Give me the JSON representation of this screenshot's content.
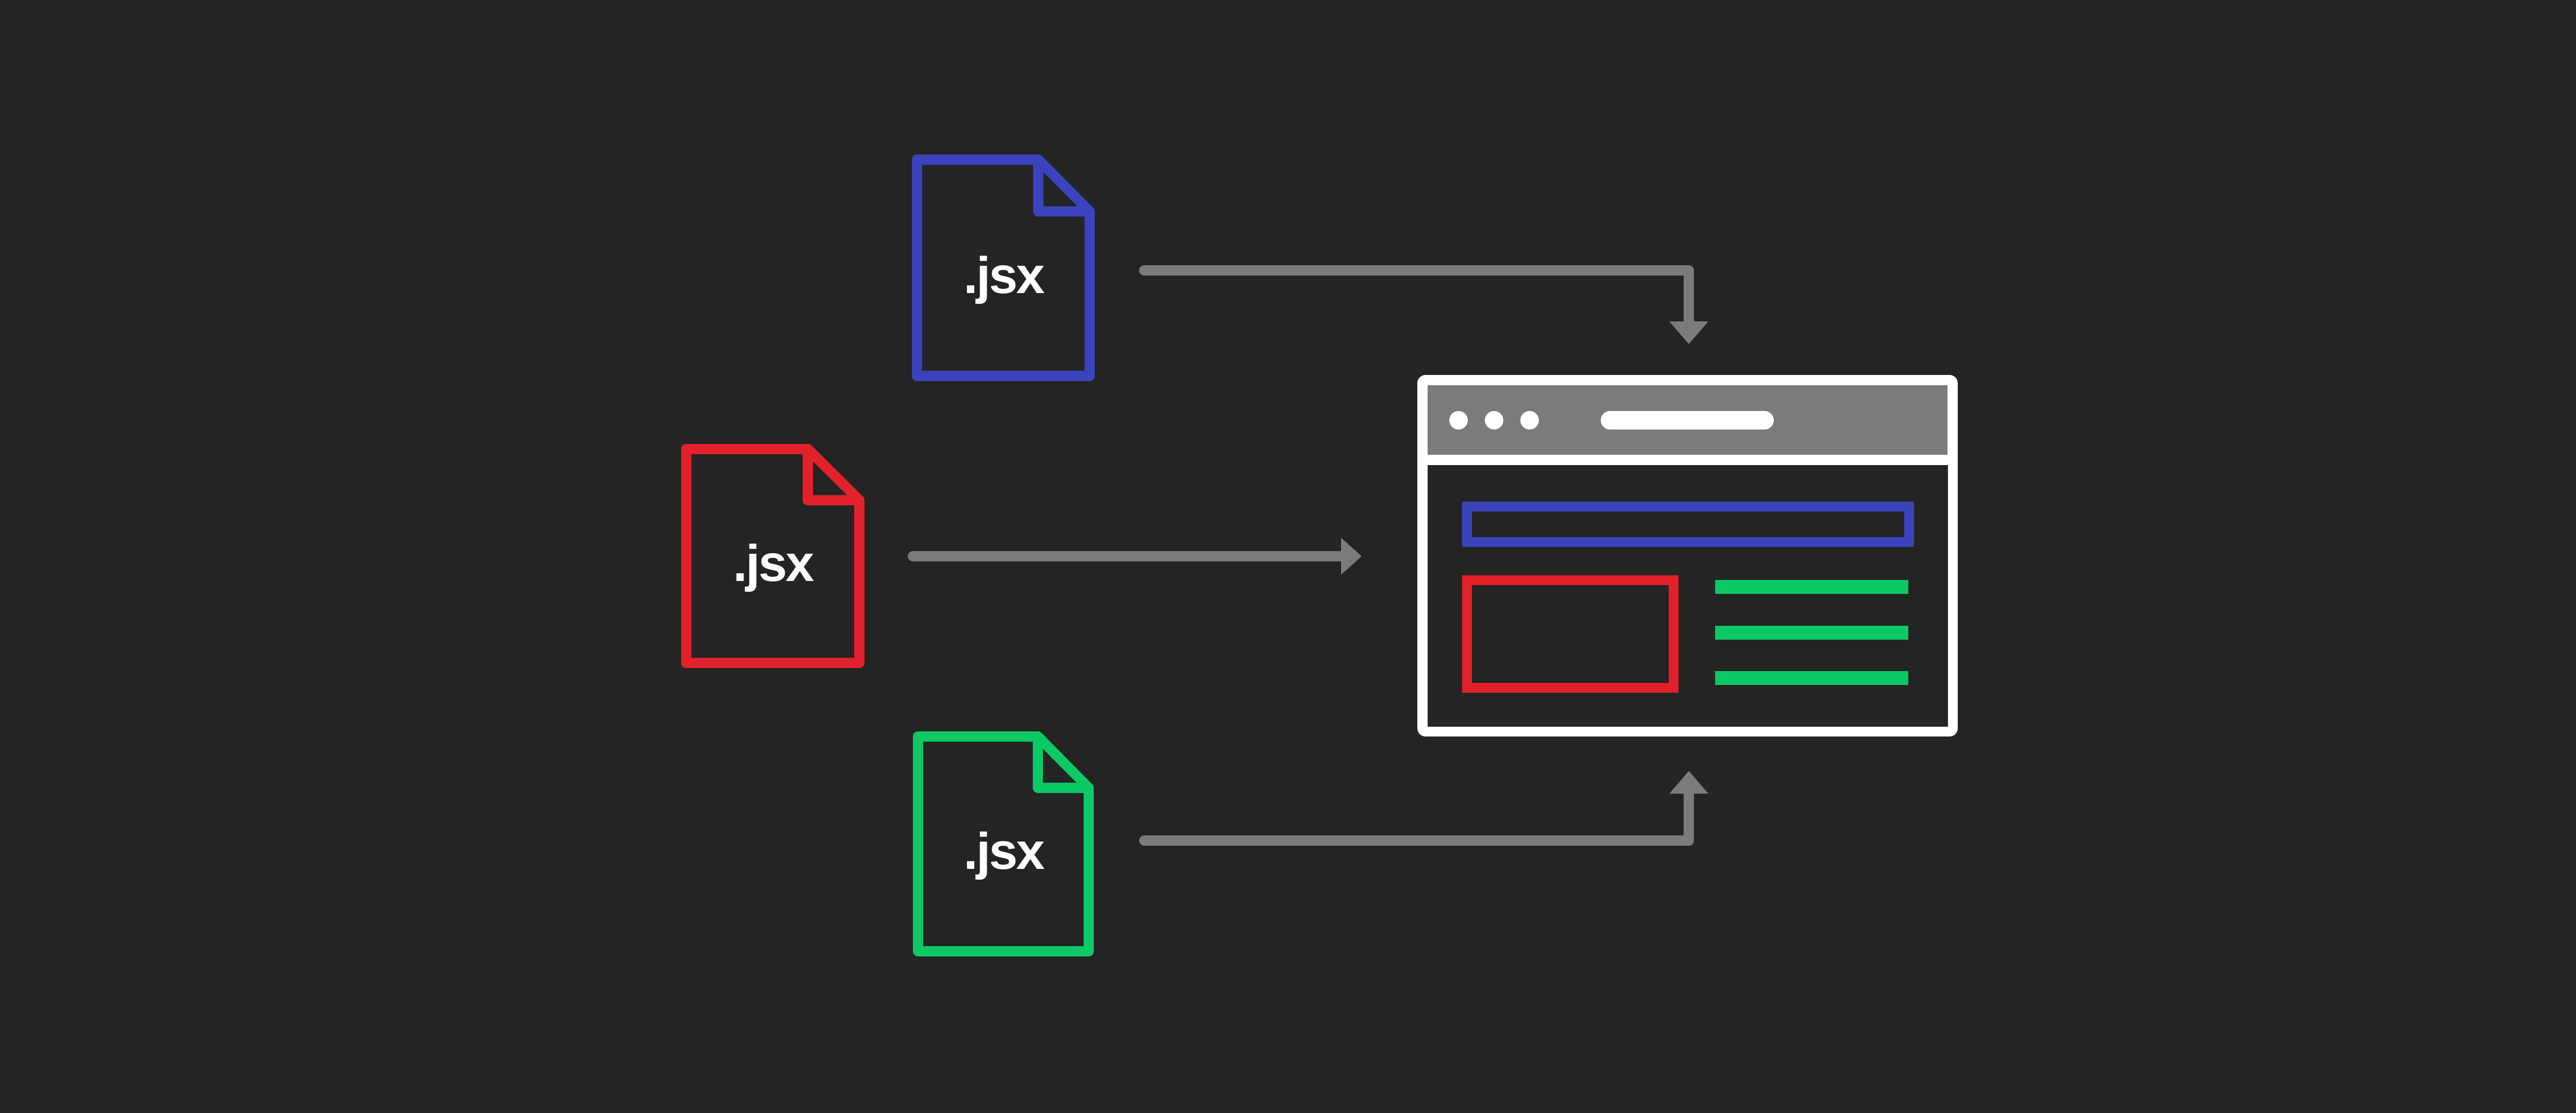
{
  "diagram": {
    "files": [
      {
        "label": ".jsx",
        "color_key": "blue"
      },
      {
        "label": ".jsx",
        "color_key": "red"
      },
      {
        "label": ".jsx",
        "color_key": "green"
      }
    ],
    "arrows": [
      {
        "name": "arrow-blue-file-to-browser-top",
        "direction": "right-then-down"
      },
      {
        "name": "arrow-red-file-to-browser-left",
        "direction": "right"
      },
      {
        "name": "arrow-green-file-to-browser-bottom",
        "direction": "right-then-up"
      }
    ],
    "browser": {
      "window_dots_icon": "window-control-dots",
      "address_pill_icon": "address-bar-pill",
      "skeleton": {
        "nav_outline_color_key": "blue",
        "image_outline_color_key": "red",
        "text_lines_color_key": "green",
        "text_line_count": 3
      }
    }
  },
  "colors": {
    "background": "#242424",
    "gray": "#7b7b7b",
    "white": "#ffffff",
    "blue": "#3a43bc",
    "red": "#e3212b",
    "green": "#0bc964"
  }
}
